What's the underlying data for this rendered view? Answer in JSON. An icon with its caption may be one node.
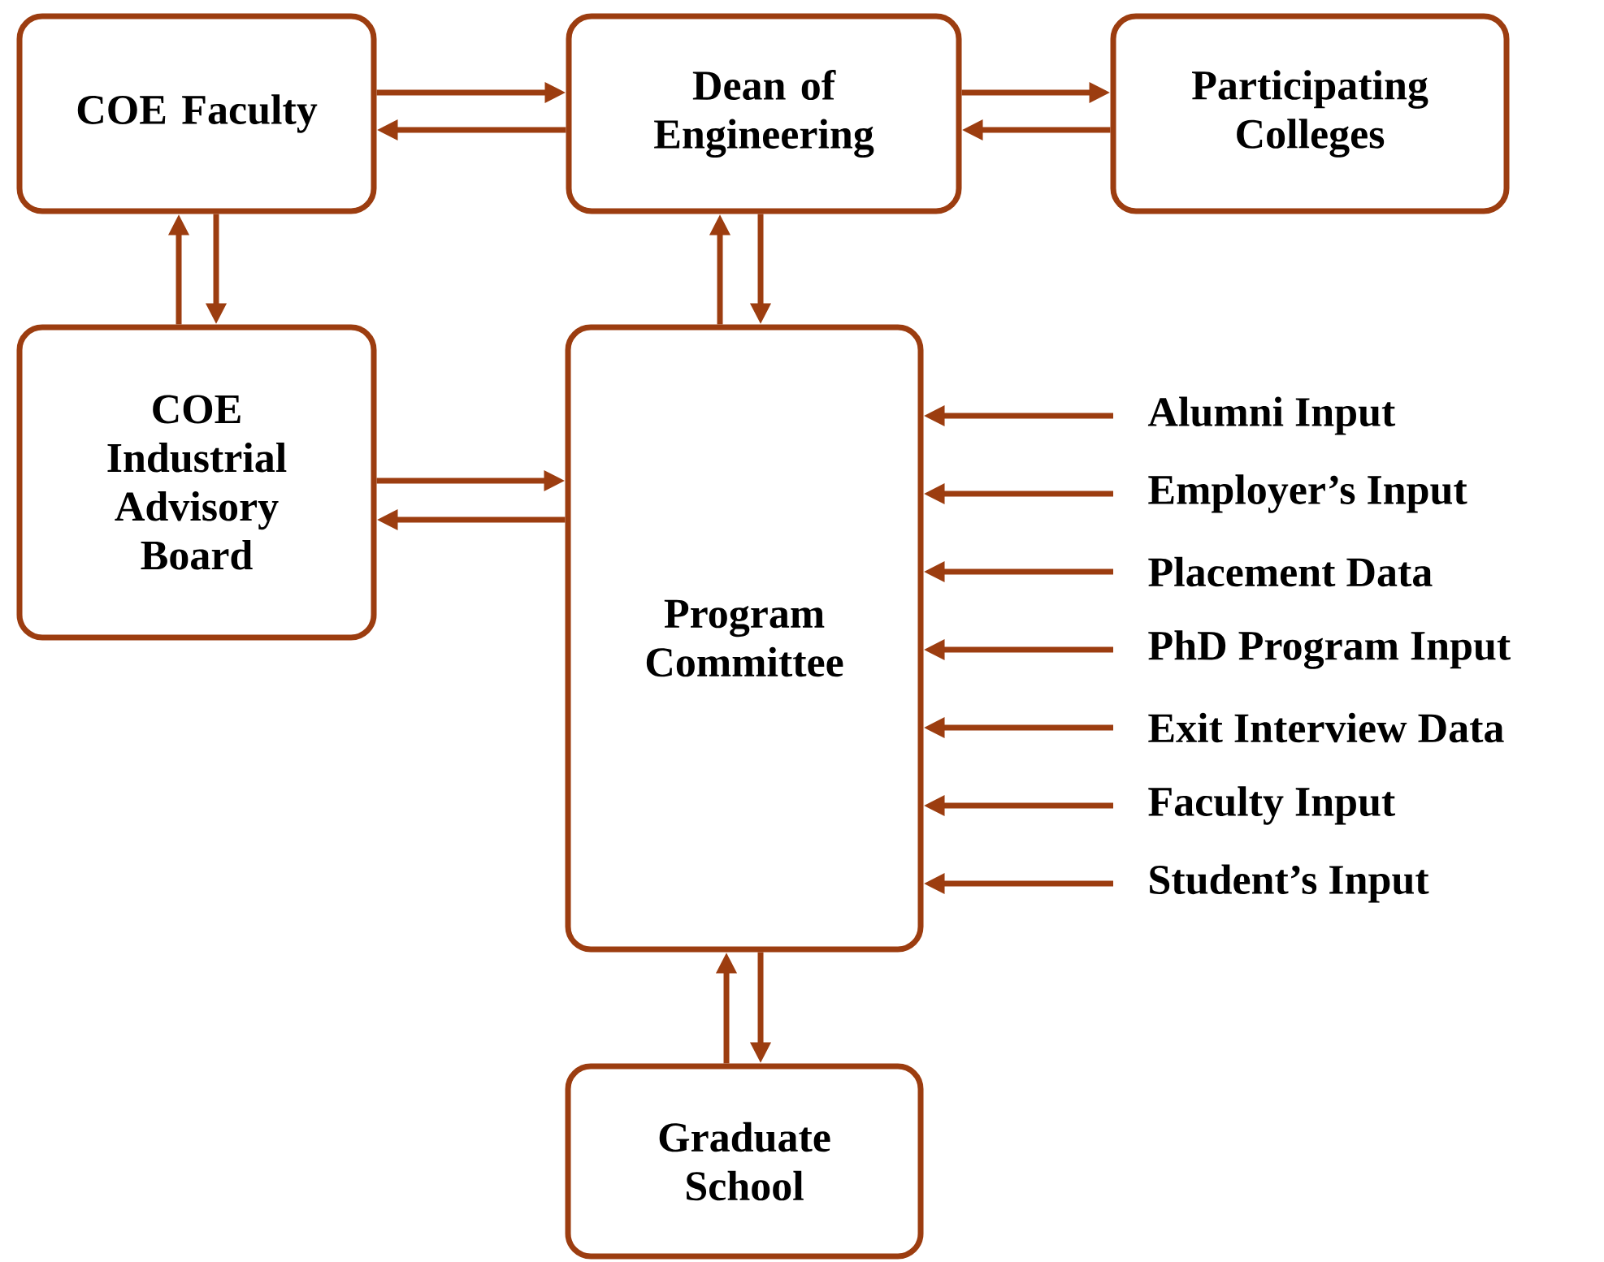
{
  "diagram": {
    "nodes": [
      {
        "text": [
          "COE Faculty"
        ]
      },
      {
        "text": [
          "Dean of Engineering"
        ]
      },
      {
        "text": [
          "Participating Colleges"
        ]
      },
      {
        "text": [
          "COE Industrial Advisory Board"
        ]
      },
      {
        "text": [
          "Program Committee"
        ]
      },
      {
        "text": [
          "Graduate School"
        ]
      },
      {
        "text": [
          "Alumni Input"
        ]
      },
      {
        "text": [
          "Employer’s Input"
        ]
      },
      {
        "text": [
          "Placement Data"
        ]
      },
      {
        "text": [
          "PhD Program Input"
        ]
      },
      {
        "text": [
          "Exit Interview Data"
        ]
      },
      {
        "text": [
          "Faculty Input"
        ]
      },
      {
        "text": [
          "Student’s Input"
        ]
      }
    ],
    "edges": [
      {
        "from": 0,
        "to": 1,
        "arrow": "to"
      },
      {
        "from": 1,
        "to": 0,
        "arrow": "to"
      },
      {
        "from": 1,
        "to": 2,
        "arrow": "to"
      },
      {
        "from": 2,
        "to": 1,
        "arrow": "to"
      },
      {
        "from": 3,
        "to": 0,
        "arrow": "to"
      },
      {
        "from": 0,
        "to": 3,
        "arrow": "to"
      },
      {
        "from": 4,
        "to": 1,
        "arrow": "to"
      },
      {
        "from": 1,
        "to": 4,
        "arrow": "to"
      },
      {
        "from": 3,
        "to": 4,
        "arrow": "to"
      },
      {
        "from": 4,
        "to": 3,
        "arrow": "to"
      },
      {
        "from": 5,
        "to": 4,
        "arrow": "to"
      },
      {
        "from": 4,
        "to": 5,
        "arrow": "to"
      },
      {
        "from": 6,
        "to": 4,
        "arrow": "to"
      },
      {
        "from": 7,
        "to": 4,
        "arrow": "to"
      },
      {
        "from": 8,
        "to": 4,
        "arrow": "to"
      },
      {
        "from": 9,
        "to": 4,
        "arrow": "to"
      },
      {
        "from": 10,
        "to": 4,
        "arrow": "to"
      },
      {
        "from": 11,
        "to": 4,
        "arrow": "to"
      },
      {
        "from": 12,
        "to": 4,
        "arrow": "to"
      }
    ]
  }
}
